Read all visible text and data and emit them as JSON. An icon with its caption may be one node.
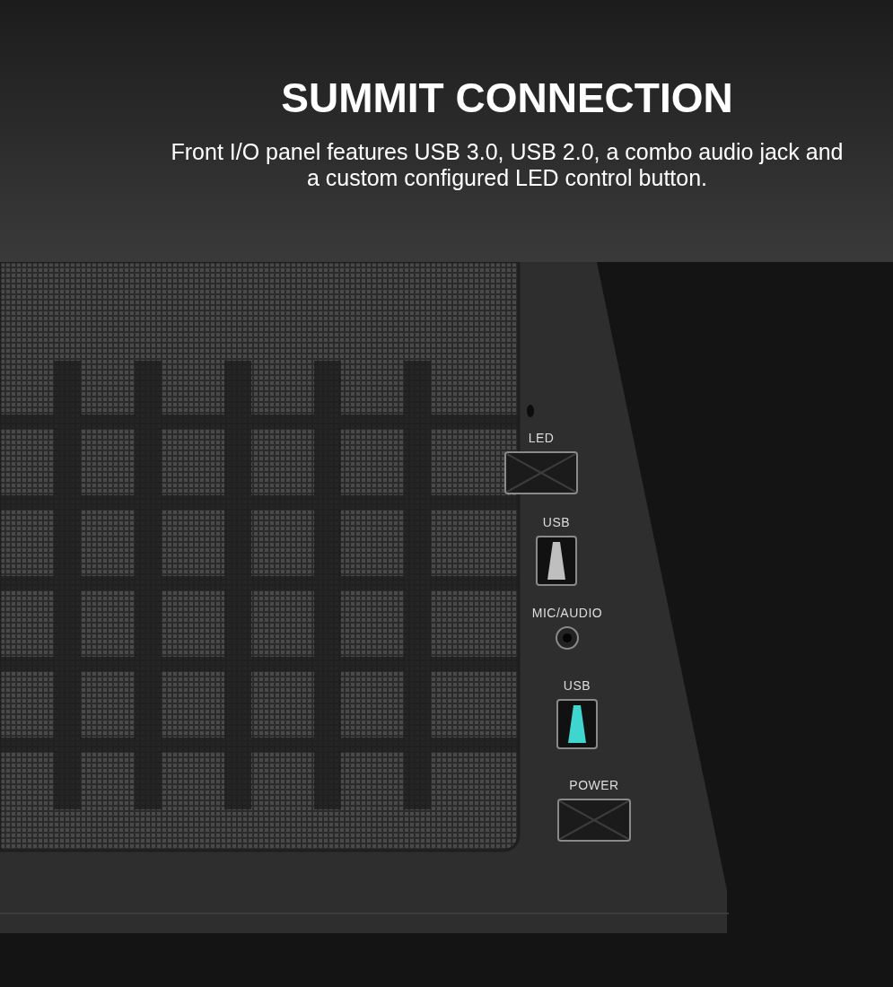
{
  "diagram": {
    "title": "SUMMIT CONNECTION",
    "caption": "Front I/O panel features USB 3.0, USB 2.0, a combo audio jack and a custom configured LED control button.",
    "nodes": [
      {
        "text": [
          "LED"
        ]
      },
      {
        "text": [
          "USB"
        ]
      },
      {
        "text": [
          "MIC/AUDIO"
        ]
      },
      {
        "text": [
          "USB"
        ]
      },
      {
        "text": [
          "POWER"
        ]
      }
    ]
  }
}
